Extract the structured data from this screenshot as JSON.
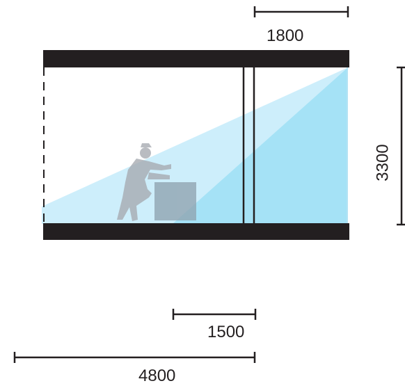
{
  "dimensions": {
    "top_span": "1800",
    "height": "3300",
    "inner_span": "1500",
    "overall_span": "4800"
  },
  "colors": {
    "slab": "#231f20",
    "dimension_line": "#231f20",
    "light_wedge": "#cdeefb",
    "light_wedge_dark": "#9edff5",
    "figure": "#a6aab0",
    "box": "#8fa3b0"
  },
  "figure": {
    "description_icon": "person-pushing-cart-icon"
  }
}
